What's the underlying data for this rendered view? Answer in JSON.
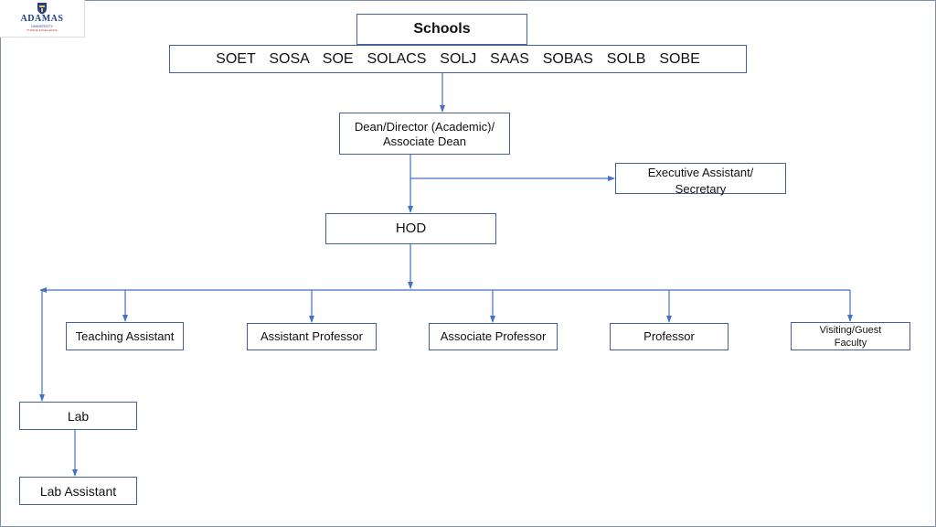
{
  "logo": {
    "brand": "ADAMAS",
    "sub": "UNIVERSITY",
    "tagline": "PURSUE EXCELLENCE"
  },
  "colors": {
    "box_border": "#44619b",
    "connector": "#4472c4",
    "frame": "#7f8fa8",
    "logo_blue": "#1f3f8f"
  },
  "chart": {
    "schools": "Schools",
    "school_list": "SOET  SOSA  SOE  SOLACS  SOLJ  SAAS  SOBAS  SOLB  SOBE",
    "dean_line1": "Dean/Director (Academic)/",
    "dean_line2": "Associate Dean",
    "exec_line1": "Executive Assistant/",
    "exec_line2": "Secretary",
    "hod": "HOD",
    "teaching_assistant": "Teaching Assistant",
    "assistant_professor": "Assistant Professor",
    "associate_professor": "Associate Professor",
    "professor": "Professor",
    "visiting_line1": "Visiting/Guest",
    "visiting_line2": "Faculty",
    "lab": "Lab",
    "lab_assistant": "Lab Assistant"
  }
}
